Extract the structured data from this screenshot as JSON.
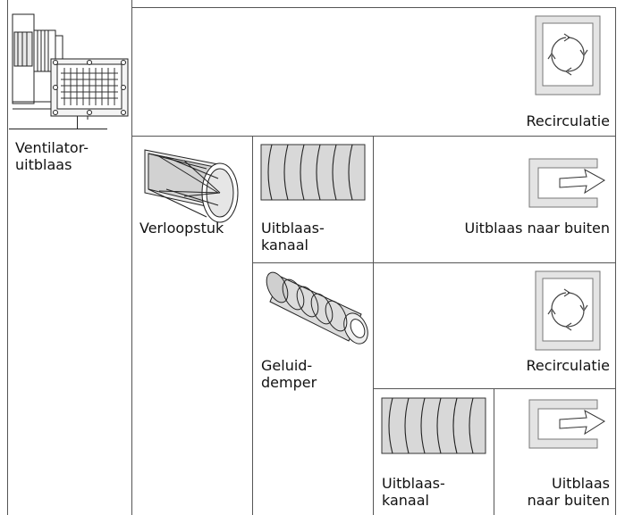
{
  "labels": {
    "fan_outlet": "Ventilator-\nuitblaas",
    "recirc_top": "Recirculatie",
    "reducer": "Verloopstuk",
    "duct_1": "Uitblaas-\nkanaal",
    "outside_1": "Uitblaas naar buiten",
    "silencer": "Geluid-\ndemper",
    "recirc_mid": "Recirculatie",
    "duct_2": "Uitblaas-\nkanaal",
    "outside_2": "Uitblaas\nnaar buiten"
  },
  "icons": {
    "fan_unit": "ventilator-unit-illustration",
    "reducer": "verloopstuk-illustration",
    "duct": "flexible-duct-illustration",
    "silencer": "silencer-illustration",
    "recirculation": "recirculation-symbol",
    "outside": "outside-exhaust-symbol"
  },
  "colors": {
    "lines": "#555555",
    "symbol_frame": "#9a9a9a",
    "symbol_fill": "#e4e4e4",
    "duct_fill": "#d8d8d8"
  }
}
